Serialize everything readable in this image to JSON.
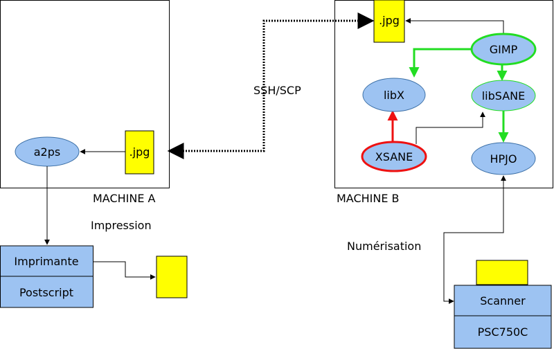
{
  "machine_a": {
    "label": "MACHINE A"
  },
  "machine_b": {
    "label": "MACHINE B"
  },
  "link": {
    "label": "SSH/SCP"
  },
  "nodes": {
    "a2ps": "a2ps",
    "jpg_a": ".jpg",
    "jpg_b": ".jpg",
    "gimp": "GIMP",
    "libx": "libX",
    "libsane": "libSANE",
    "xsane": "XSANE",
    "hpjo": "HPJO"
  },
  "printer": {
    "top": "Imprimante",
    "bottom": "Postscript"
  },
  "scanner": {
    "top": "Scanner",
    "bottom": "PSC750C"
  },
  "labels": {
    "impression": "Impression",
    "numerisation": "Numérisation"
  },
  "colors": {
    "node_fill": "#9dc3f2",
    "file_fill": "#ffff00",
    "green": "#22dd22",
    "red": "#ee1111"
  }
}
